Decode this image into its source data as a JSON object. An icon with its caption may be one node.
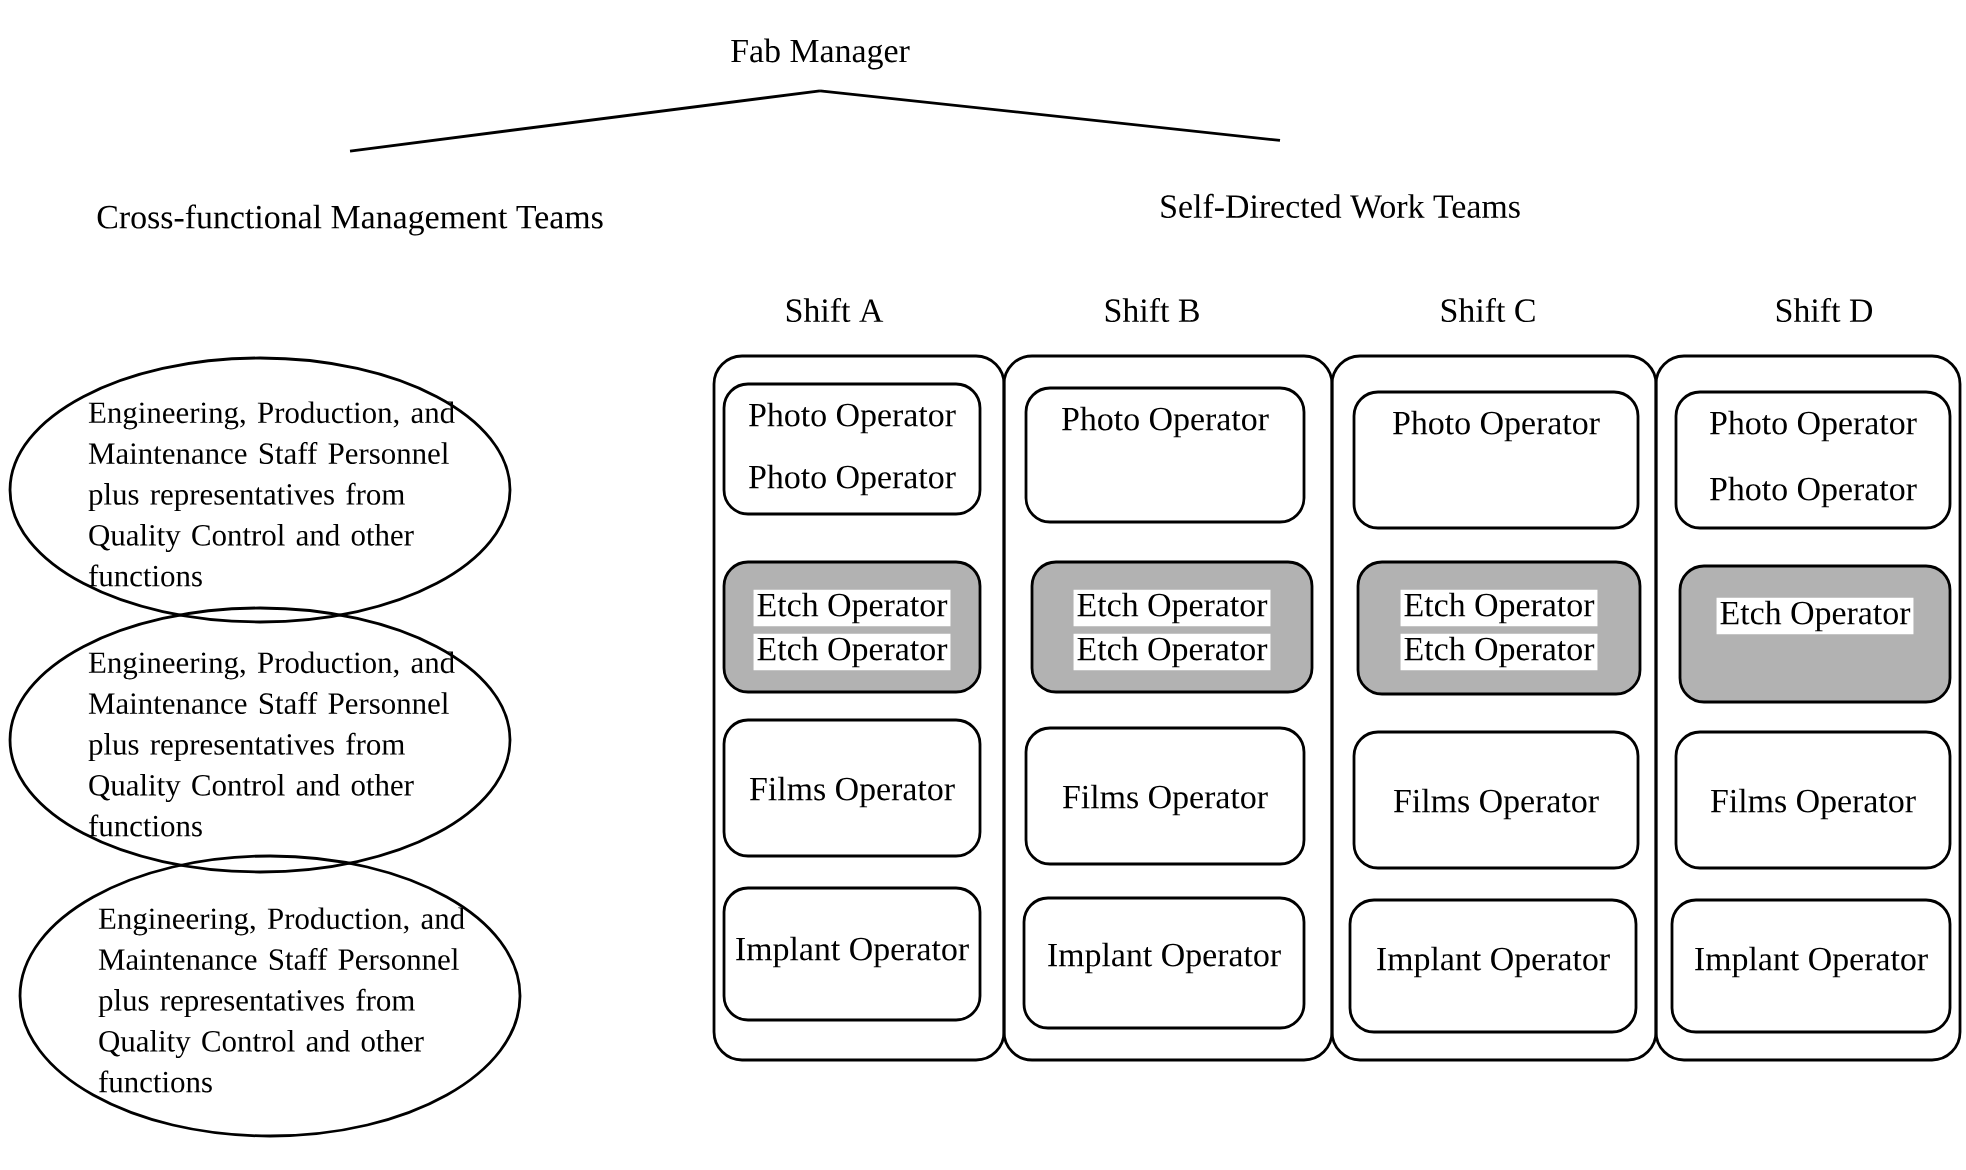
{
  "diagram": {
    "nodes": [
      {
        "text": [
          "Fab Manager"
        ]
      },
      {
        "text": [
          "Cross-functional Management Teams"
        ]
      },
      {
        "text": [
          "Self-Directed Work Teams"
        ]
      },
      {
        "text": [
          "Engineering, Production, and Maintenance Staff Personnel plus representatives from Quality Control and other functions"
        ]
      },
      {
        "text": [
          "Engineering, Production, and Maintenance Staff Personnel plus representatives from Quality Control and other functions"
        ]
      },
      {
        "text": [
          "Engineering, Production, and Maintenance Staff Personnel plus representatives from Quality Control and other functions"
        ]
      },
      {
        "text": [
          "Shift A"
        ]
      },
      {
        "text": [
          "Photo Operator",
          "Photo Operator"
        ],
        "in": 6
      },
      {
        "text": [
          "Etch Operator",
          "Etch Operator"
        ],
        "in": 6
      },
      {
        "text": [
          "Films Operator"
        ],
        "in": 6
      },
      {
        "text": [
          "Implant Operator"
        ],
        "in": 6
      },
      {
        "text": [
          "Shift B"
        ]
      },
      {
        "text": [
          "Photo Operator"
        ],
        "in": 11
      },
      {
        "text": [
          "Etch Operator",
          "Etch Operator"
        ],
        "in": 11
      },
      {
        "text": [
          "Films Operator"
        ],
        "in": 11
      },
      {
        "text": [
          "Implant Operator"
        ],
        "in": 11
      },
      {
        "text": [
          "Shift C"
        ]
      },
      {
        "text": [
          "Photo Operator"
        ],
        "in": 16
      },
      {
        "text": [
          "Etch Operator",
          "Etch Operator"
        ],
        "in": 16
      },
      {
        "text": [
          "Films Operator"
        ],
        "in": 16
      },
      {
        "text": [
          "Implant Operator"
        ],
        "in": 16
      },
      {
        "text": [
          "Shift D"
        ]
      },
      {
        "text": [
          "Photo Operator",
          "Photo Operator"
        ],
        "in": 21
      },
      {
        "text": [
          "Etch Operator"
        ],
        "in": 21
      },
      {
        "text": [
          "Films Operator"
        ],
        "in": 21
      },
      {
        "text": [
          "Implant Operator"
        ],
        "in": 21
      }
    ],
    "edges": [
      {
        "from": 0,
        "to": 1,
        "arrow": "none"
      },
      {
        "from": 0,
        "to": 2,
        "arrow": "none"
      }
    ]
  }
}
